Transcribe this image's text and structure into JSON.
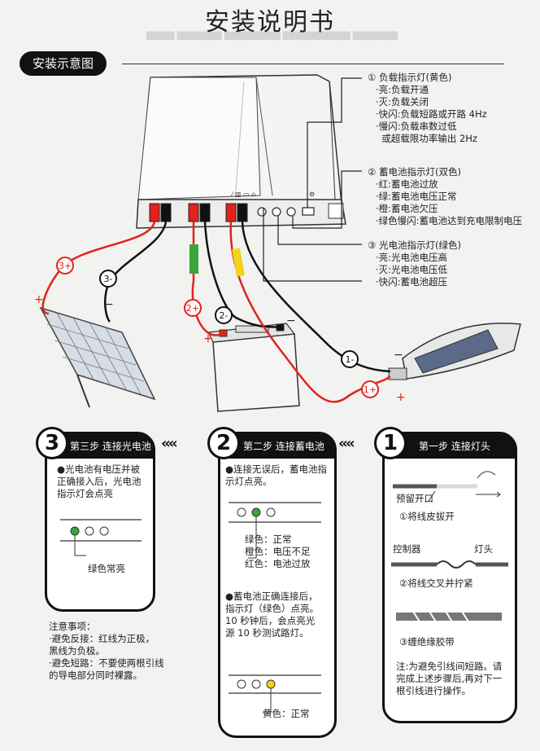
{
  "title": "安装说明书",
  "section_badge": "安装示意图",
  "callouts": {
    "load": {
      "heading": "① 负载指示灯(黄色)",
      "lines": [
        "·亮:负载开通",
        "·灭:负载关闭",
        "·快闪:负载短路或开路 4Hz",
        "·慢闪:负载串数过低",
        "  或超载限功率输出 2Hz"
      ]
    },
    "battery": {
      "heading": "② 蓄电池指示灯(双色)",
      "lines": [
        "·红:蓄电池过放",
        "·绿:蓄电池电压正常",
        "·橙:蓄电池欠压",
        "·绿色慢闪:蓄电池达到充电限制电压"
      ]
    },
    "solar": {
      "heading": "③ 光电池指示灯(绿色)",
      "lines": [
        "·亮:光电池电压高",
        "·灭:光电池电压低",
        "·快闪:蓄电池超压"
      ]
    }
  },
  "wire_labels": {
    "w3p": "3+",
    "w3m": "3-",
    "w2p": "2+",
    "w2m": "2-",
    "w1m": "1-",
    "w1p": "1+"
  },
  "steps": {
    "step3": {
      "num": "3",
      "title": "第三步 连接光电池",
      "text": "●光电池有电压并被正确接入后，光电池指示灯会点亮",
      "led_label": "绿色常亮"
    },
    "step2": {
      "num": "2",
      "title": "第二步 连接蓄电池",
      "text1": "●连接无误后，蓄电池指示灯点亮。",
      "led_labels": [
        "绿色：正常",
        "橙色：电压不足",
        "红色：电池过放"
      ],
      "text2": "●蓄电池正确连接后，指示灯（绿色）点亮。10 秒钟后，会点亮光源 10 秒测试路灯。",
      "led2_label": "黄色：正常"
    },
    "step1": {
      "num": "1",
      "title": "第一步 连接灯头",
      "reserve": "预留开口",
      "s1": "①将线皮拔开",
      "controller": "控制器",
      "lamp": "灯头",
      "s2": "②将线交叉并拧紧",
      "s3": "③缠绝缘胶带",
      "note": "注:为避免引线间短路。请完成上述步骤后,再对下一根引线进行操作。"
    }
  },
  "notes": {
    "heading": "注意事项：",
    "lines": [
      "·避免反接：红线为正极，",
      "黑线为负极。",
      "·避免短路：不要使两根引线",
      "的导电部分同时裸露。"
    ]
  },
  "chevrons": "‹‹‹‹",
  "colors": {
    "red": "#e0231b",
    "yellow": "#f2d21b",
    "green": "#3aa63a",
    "dark": "#111111",
    "orange": "#f08c1e"
  },
  "plus_sign": "+",
  "minus_sign": "−"
}
